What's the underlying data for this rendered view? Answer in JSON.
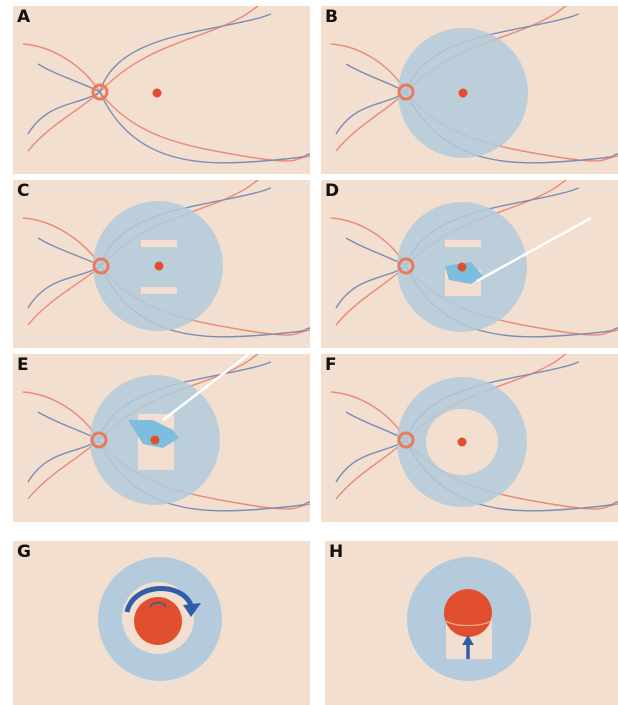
{
  "figure": {
    "panel_labels": [
      "A",
      "B",
      "C",
      "D",
      "E",
      "F",
      "G",
      "H"
    ]
  },
  "colors": {
    "background": "#f2dfd0",
    "artery": "#ec8878",
    "vein": "#7b8db5",
    "disc": "#e87c5a",
    "macula": "#e0502f",
    "hole": "#e0502f",
    "blue_zone": "#b3cbdc",
    "membrane": "#7dbedf",
    "instrument": "#ffffff",
    "arrow": "#2f5da7"
  },
  "icons": {
    "fundus": "retina-fundus-illustration",
    "instrument": "vitrectomy-forceps",
    "rotation_arrow": "curved-arrow-icon",
    "up_arrow": "up-arrow-icon"
  }
}
